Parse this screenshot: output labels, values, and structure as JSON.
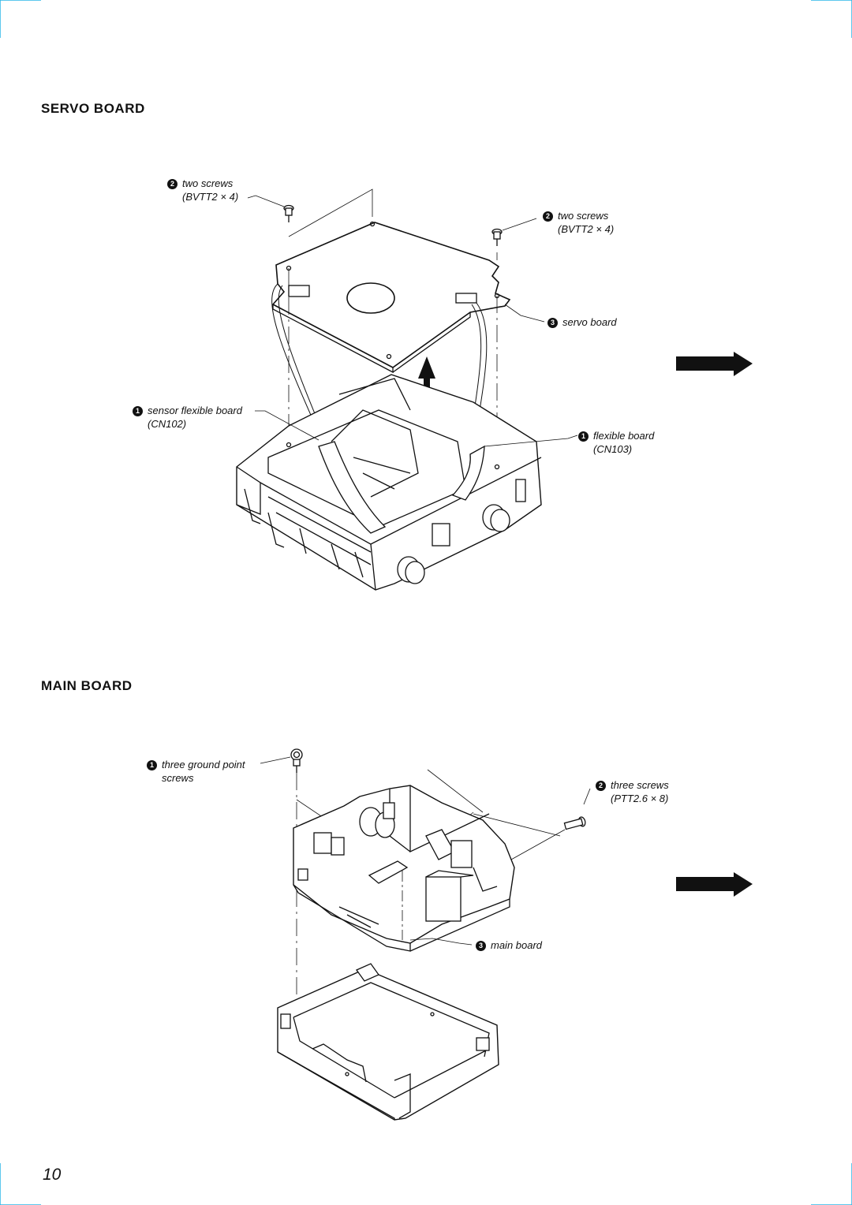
{
  "sections": {
    "servo": {
      "title": "SERVO  BOARD",
      "labels": {
        "screws_left": {
          "step": "2",
          "line1": "two screws",
          "line2": "(BVTT2 × 4)"
        },
        "screws_right": {
          "step": "2",
          "line1": "two screws",
          "line2": "(BVTT2 × 4)"
        },
        "servo_board": {
          "step": "3",
          "line1": "servo board"
        },
        "sensor_flex": {
          "step": "1",
          "line1": "sensor flexible board",
          "line2": "(CN102)"
        },
        "flex_board": {
          "step": "1",
          "line1": "flexible board",
          "line2": "(CN103)"
        }
      }
    },
    "main": {
      "title": "MAIN  BOARD",
      "labels": {
        "ground_screws": {
          "step": "1",
          "line1": "three ground point",
          "line2": "screws"
        },
        "three_screws": {
          "step": "2",
          "line1": "three screws",
          "line2": "(PTT2.6 × 8)"
        },
        "main_board": {
          "step": "3",
          "line1": "main board"
        }
      }
    }
  },
  "page_number": "10",
  "icons": {
    "next_arrow": "right-arrow-icon",
    "lift_arrow": "up-arrow-icon"
  }
}
